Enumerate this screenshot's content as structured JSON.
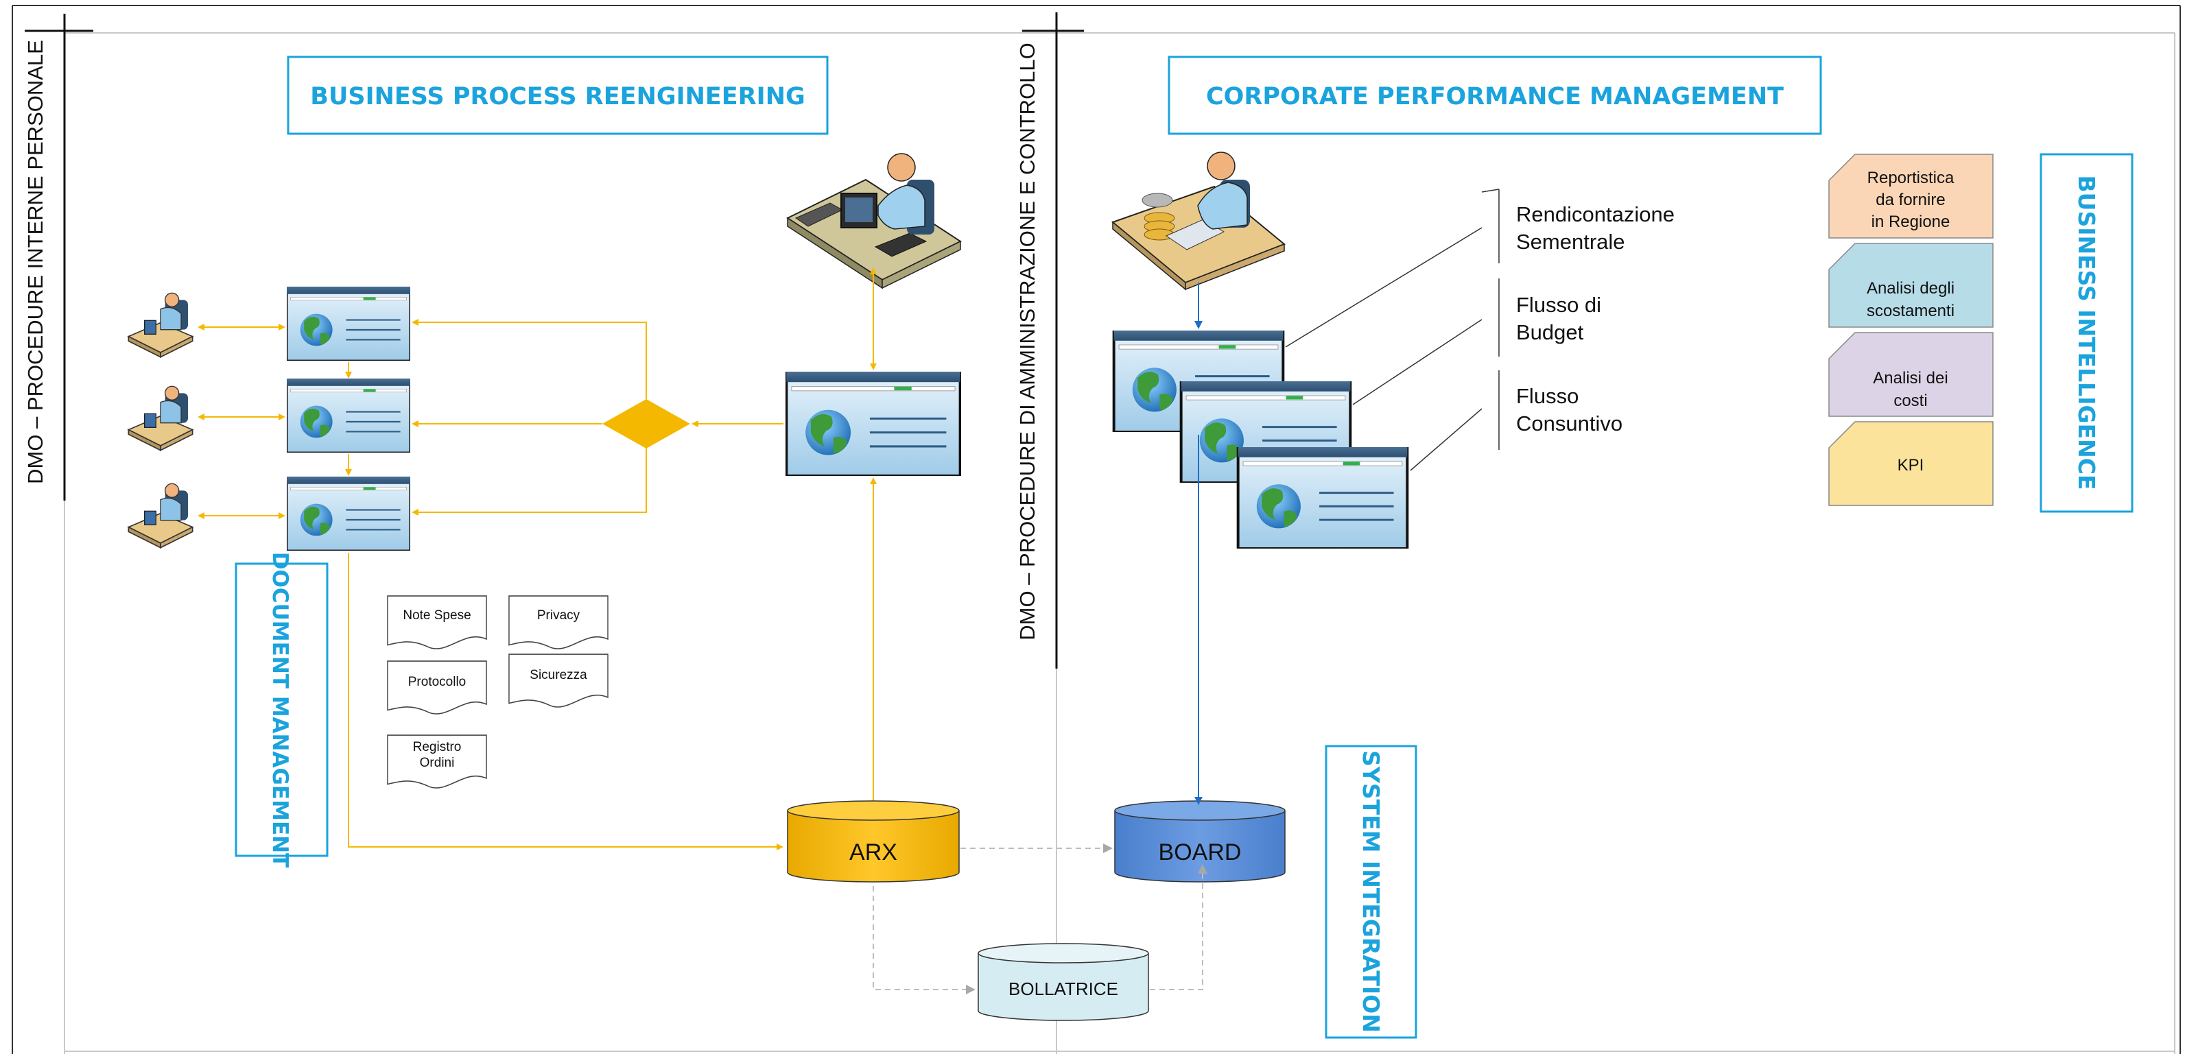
{
  "lanes": {
    "left_title": "DMO – PROCEDURE INTERNE PERSONALE",
    "middle_title": "DMO – PROCEDURE DI AMMINISTRAZIONE E CONTROLLO"
  },
  "sections": {
    "bpr": "BUSINESS PROCESS REENGINEERING",
    "cpm": "CORPORATE PERFORMANCE MANAGEMENT",
    "document_management": "DOCUMENT MANAGEMENT",
    "business_intelligence": "BUSINESS INTELLIGENCE",
    "system_integration": "SYSTEM INTEGRATION"
  },
  "documents": {
    "note_spese": "Note Spese",
    "privacy": "Privacy",
    "protocollo": "Protocollo",
    "sicurezza": "Sicurezza",
    "registro_line1": "Registro",
    "registro_line2": "Ordini"
  },
  "databases": {
    "arx": "ARX",
    "board": "BOARD",
    "bollatrice": "BOLLATRICE"
  },
  "flows": {
    "rend_line1": "Rendicontazione",
    "rend_line2": "Sementrale",
    "budget_line1": "Flusso di",
    "budget_line2": "Budget",
    "consuntivo_line1": "Flusso",
    "consuntivo_line2": "Consuntivo"
  },
  "bi_cards": {
    "reportistica_line1": "Reportistica",
    "reportistica_line2": "da fornire",
    "reportistica_line3": "in Regione",
    "scostamenti_line1": "Analisi degli",
    "scostamenti_line2": "scostamenti",
    "costi_line1": "Analisi dei",
    "costi_line2": "costi",
    "kpi": "KPI"
  },
  "colors": {
    "accent": "#1aa3dd",
    "flow_yellow": "#f5b800",
    "flow_blue": "#1f6fc5",
    "arx": "#f5b800",
    "board": "#5b8fd8",
    "bollatrice": "#d6ecf3",
    "card_orange": "#fbd6b6",
    "card_blue": "#b6dce8",
    "card_purple": "#ddd3e6",
    "card_yellow": "#fbe39b"
  }
}
